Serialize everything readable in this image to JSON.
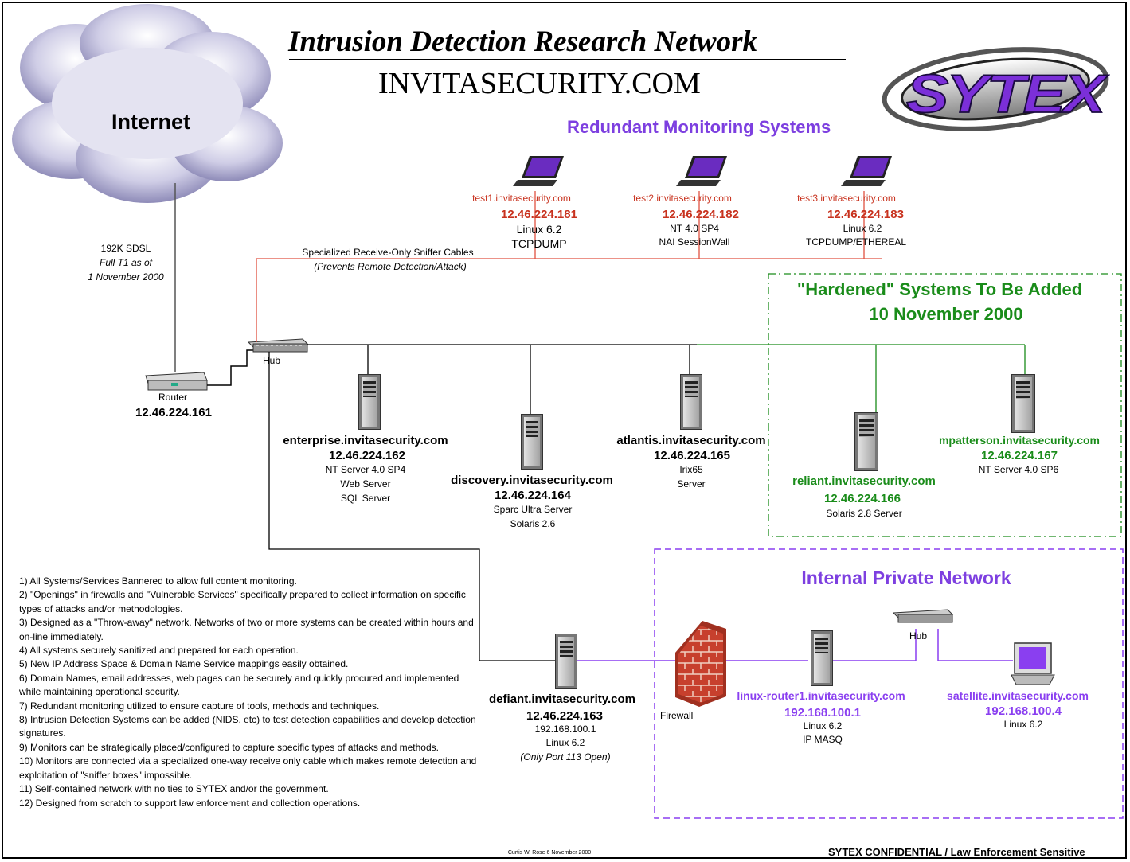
{
  "title": "Intrusion Detection Research Network",
  "subtitle": "INVITASECURITY.COM",
  "logo": "SYTEX",
  "internet_label": "Internet",
  "uplink": {
    "line1": "192K SDSL",
    "line2": "Full T1 as of",
    "line3": "1 November 2000"
  },
  "router": {
    "label": "Router",
    "ip": "12.46.224.161"
  },
  "hub_label": "Hub",
  "sniffer_cable": {
    "line1": "Specialized Receive-Only Sniffer Cables",
    "line2": "(Prevents Remote Detection/Attack)"
  },
  "monitoring": {
    "heading": "Redundant Monitoring Systems",
    "systems": [
      {
        "host": "test1.invitasecurity.com",
        "ip": "12.46.224.181",
        "os": "Linux 6.2",
        "role": "TCPDUMP"
      },
      {
        "host": "test2.invitasecurity.com",
        "ip": "12.46.224.182",
        "os": "NT 4.0 SP4",
        "role": "NAI SessionWall"
      },
      {
        "host": "test3.invitasecurity.com",
        "ip": "12.46.224.183",
        "os": "Linux 6.2",
        "role": "TCPDUMP/ETHEREAL"
      }
    ]
  },
  "hardened": {
    "heading1": "\"Hardened\" Systems To Be Added",
    "heading2": "10 November 2000"
  },
  "servers": {
    "enterprise": {
      "host": "enterprise.invitasecurity.com",
      "ip": "12.46.224.162",
      "l1": "NT Server 4.0 SP4",
      "l2": "Web Server",
      "l3": "SQL Server"
    },
    "discovery": {
      "host": "discovery.invitasecurity.com",
      "ip": "12.46.224.164",
      "l1": "Sparc Ultra Server",
      "l2": "Solaris 2.6"
    },
    "atlantis": {
      "host": "atlantis.invitasecurity.com",
      "ip": "12.46.224.165",
      "l1": "Irix65",
      "l2": "Server"
    },
    "reliant": {
      "host": "reliant.invitasecurity.com",
      "ip": "12.46.224.166",
      "l1": "Solaris 2.8 Server"
    },
    "mpatterson": {
      "host": "mpatterson.invitasecurity.com",
      "ip": "12.46.224.167",
      "l1": "NT Server 4.0 SP6"
    },
    "defiant": {
      "host": "defiant.invitasecurity.com",
      "ip": "12.46.224.163",
      "l1": "192.168.100.1",
      "l2": "Linux 6.2",
      "l3": "(Only Port 113 Open)"
    }
  },
  "internal": {
    "heading": "Internal Private Network",
    "firewall": "Firewall",
    "hub": "Hub",
    "router": {
      "host": "linux-router1.invitasecurity.com",
      "ip": "192.168.100.1",
      "l1": "Linux 6.2",
      "l2": "IP MASQ"
    },
    "satellite": {
      "host": "satellite.invitasecurity.com",
      "ip": "192.168.100.4",
      "l1": "Linux 6.2"
    }
  },
  "notes": [
    "1)  All Systems/Services Bannered to allow full content monitoring.",
    "2)  \"Openings\" in firewalls and \"Vulnerable Services\" specifically prepared to collect information on specific types of attacks and/or methodologies.",
    "3)  Designed as a \"Throw-away\" network.  Networks of two or more systems can be created within hours and on-line immediately.",
    "4)  All systems securely sanitized and prepared for each operation.",
    "5)  New IP Address Space & Domain Name Service mappings easily obtained.",
    "6)  Domain Names, email addresses, web pages can be securely and quickly procured and implemented while maintaining operational security.",
    "7)  Redundant monitoring utilized to ensure capture of tools, methods and techniques.",
    "8)  Intrusion Detection Systems can be added (NIDS, etc) to test detection capabilities and develop detection signatures.",
    "9)  Monitors can be strategically placed/configured to capture specific types of attacks and methods.",
    "10)  Monitors are connected via a specialized one-way receive only cable which makes remote detection and exploitation of \"sniffer boxes\" impossible.",
    "11)  Self-contained network with no ties to SYTEX and/or the government.",
    "12)  Designed from scratch to support law enforcement and collection operations."
  ],
  "footer": {
    "author": "Curtis W. Rose 6 November 2000",
    "classification": "SYTEX CONFIDENTIAL / Law Enforcement Sensitive"
  }
}
